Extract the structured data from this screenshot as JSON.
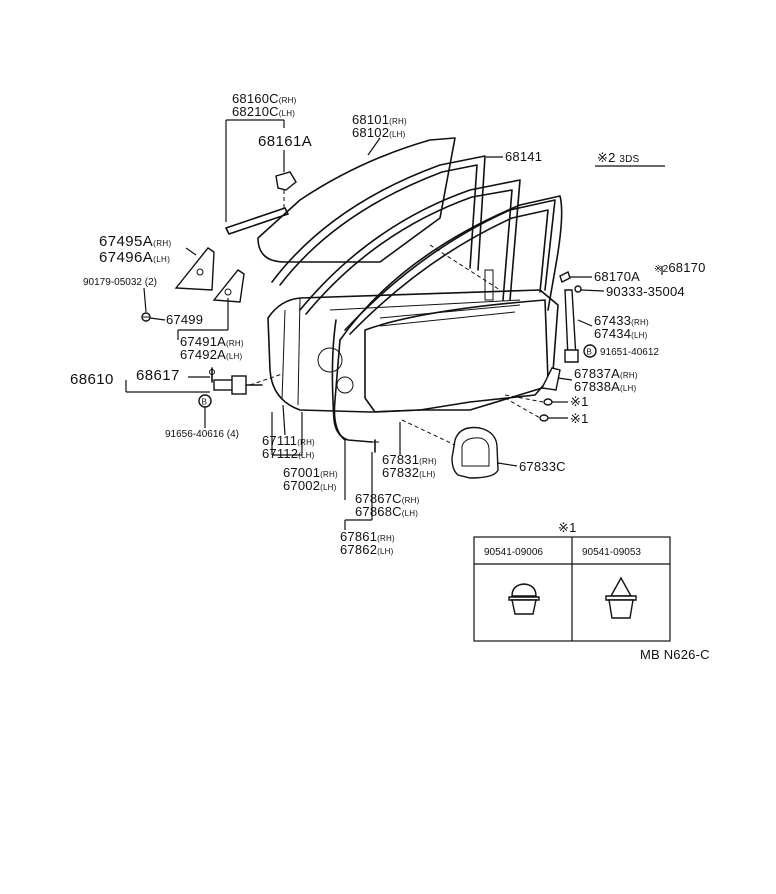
{
  "labels": {
    "p68160c": "68160C",
    "p68210c": "68210C",
    "p68161a": "68161A",
    "p68101": "68101",
    "p68102": "68102",
    "p68141": "68141",
    "note_3ds_mark": "※2",
    "note_3ds": "3DS",
    "p67495a": "67495A",
    "p67496a": "67496A",
    "p90179": "90179-05032",
    "p90179_qty": "(2)",
    "p67499": "67499",
    "p67491a": "67491A",
    "p67492a": "67492A",
    "p68610": "68610",
    "p68617": "68617",
    "p91656": "91656-40616",
    "p91656_qty": "(4)",
    "p67111": "67111",
    "p67112": "67112",
    "p67001": "67001",
    "p67002": "67002",
    "p67867c": "67867C",
    "p67868c": "67868C",
    "p67861": "67861",
    "p67862": "67862",
    "p67831": "67831",
    "p67832": "67832",
    "p67833c": "67833C",
    "p68170a": "68170A",
    "p68170_mark": "※2",
    "p68170": "68170",
    "p90333": "90333-35004",
    "p67433": "67433",
    "p67434": "67434",
    "p91651": "91651-40612",
    "p67837a": "67837A",
    "p67838a": "67838A",
    "clip_ref_1": "※1",
    "clip_ref_2": "※1",
    "rh": "(RH)",
    "lh": "(LH)",
    "bolt_mark": "B"
  },
  "inset_table": {
    "title": "※1",
    "col1": "90541-09006",
    "col2": "90541-09053"
  },
  "footer": {
    "code": "MB N626-C"
  }
}
